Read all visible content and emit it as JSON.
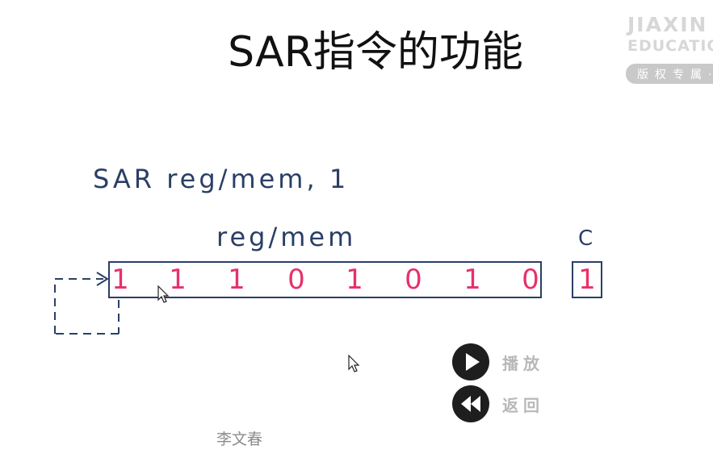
{
  "slide": {
    "title": "SAR指令的功能",
    "instruction": "SAR reg/mem, 1",
    "register_label": "reg/mem",
    "carry_label": "C",
    "bits": [
      "1",
      "1",
      "1",
      "0",
      "1",
      "0",
      "1",
      "0"
    ],
    "carry_bit": "1",
    "author": "李文春"
  },
  "watermark": {
    "line1": "JIAXIN",
    "line2": "EDUCATION",
    "line3": "版权专属·"
  },
  "controls": {
    "play_label": "播放",
    "back_label": "返回"
  },
  "colors": {
    "navy": "#2a3f66",
    "bit_pink": "#e8306a",
    "button_dark": "#1e1e1e",
    "button_text": "#b8b8b8"
  }
}
